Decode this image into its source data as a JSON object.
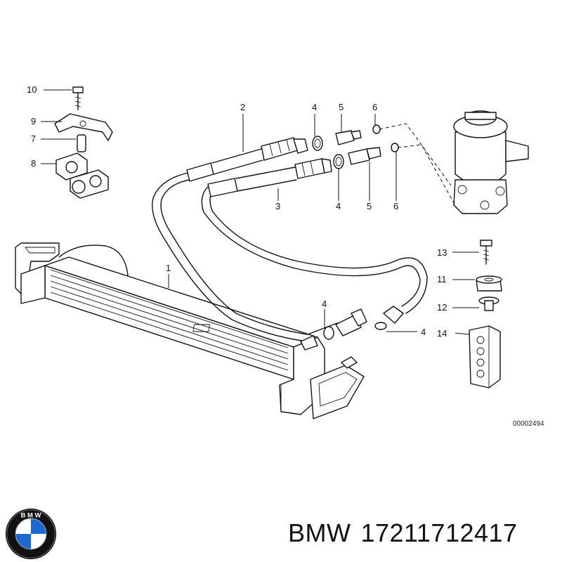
{
  "callouts": {
    "c10": "10",
    "c9": "9",
    "c7": "7",
    "c8": "8",
    "c2": "2",
    "c3": "3",
    "c4a": "4",
    "c4b": "4",
    "c4c": "4",
    "c4d": "4",
    "c5a": "5",
    "c5b": "5",
    "c6a": "6",
    "c6b": "6",
    "c1": "1",
    "c13": "13",
    "c11": "11",
    "c12": "12",
    "c14": "14"
  },
  "diagram_code": "00002494",
  "caption": {
    "brand": "BMW",
    "part_number": "17211712417"
  },
  "logo": {
    "icon": "bmw-roundel-icon",
    "letters": "BMW",
    "colors": {
      "blue": "#1c69d4",
      "ring": "#111111",
      "white": "#ffffff"
    }
  }
}
